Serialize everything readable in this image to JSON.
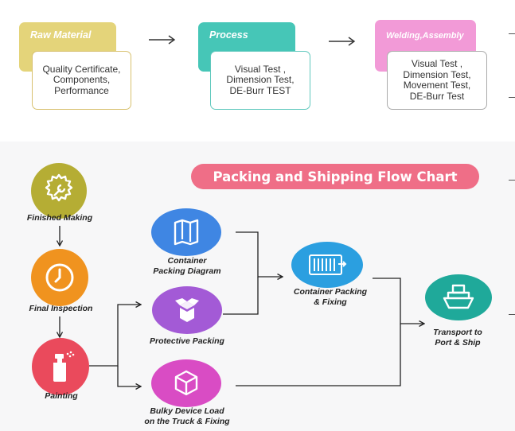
{
  "top": {
    "stages": [
      {
        "title": "Raw Material",
        "lines": [
          "Quality Certificate,",
          "Components,",
          "Performance"
        ]
      },
      {
        "title": "Process",
        "lines": [
          "Visual Test ,",
          "Dimension Test,",
          "DE-Burr TEST"
        ]
      },
      {
        "title": "Welding,Assembly",
        "lines": [
          "Visual Test ,",
          "Dimension Test,",
          "Movement Test,",
          "DE-Burr Test"
        ]
      }
    ]
  },
  "chart": {
    "title": "Packing and Shipping Flow Chart",
    "nodes": {
      "finished_making": {
        "label": [
          "Finished  Making"
        ],
        "icon": "wrench-gear-icon",
        "color": "#b5ad34"
      },
      "final_inspection": {
        "label": [
          "Final Inspection"
        ],
        "icon": "clock-icon",
        "color": "#f0931f"
      },
      "painting": {
        "label": [
          "Painting"
        ],
        "icon": "spray-bottle-icon",
        "color": "#ea4a5c"
      },
      "container_diagram": {
        "label": [
          "Container",
          "Packing Diagram"
        ],
        "icon": "map-icon",
        "color": "#3f86e3"
      },
      "protective_packing": {
        "label": [
          "Protective Packing"
        ],
        "icon": "open-box-icon",
        "color": "#a35ad6"
      },
      "bulky_device": {
        "label": [
          "Bulky Device Load",
          "on the Truck & Fixing"
        ],
        "icon": "cube-icon",
        "color": "#d94cc4"
      },
      "container_fixing": {
        "label": [
          "Container Packing",
          "& Fixing"
        ],
        "icon": "shipping-container-icon",
        "color": "#2b9fe0"
      },
      "transport": {
        "label": [
          "Transport to",
          "Port & Ship"
        ],
        "icon": "ship-icon",
        "color": "#1fa99a"
      }
    }
  },
  "colors": {
    "raw_material": "#e4d47a",
    "process": "#46c6b7",
    "welding": "#f29ad7",
    "title_pill": "#ef6e87"
  }
}
